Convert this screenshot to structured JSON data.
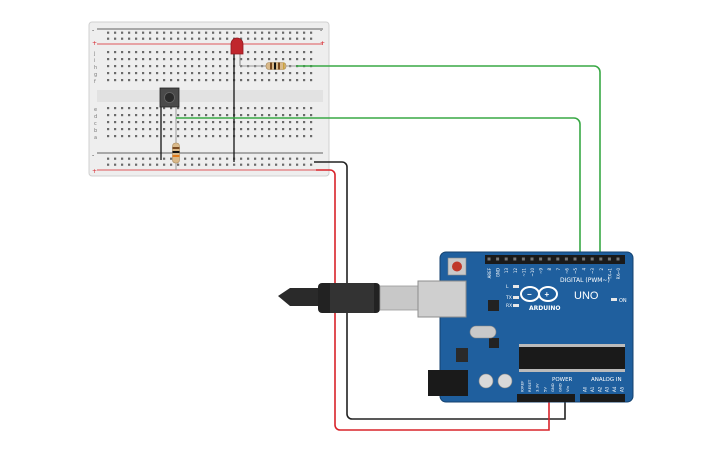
{
  "breadboard": {
    "rail_minus": "-",
    "rail_plus": "+",
    "row_letters_top": [
      "j",
      "i",
      "h",
      "g",
      "f"
    ],
    "row_letters_bottom": [
      "e",
      "d",
      "c",
      "b",
      "a"
    ]
  },
  "arduino": {
    "brand": "ARDUINO",
    "model": "UNO",
    "digital_label": "DIGITAL (PWM~)",
    "power_label": "POWER",
    "analog_label": "ANALOG IN",
    "on_label": "ON",
    "led_labels": [
      "L",
      "TX",
      "RX"
    ],
    "digital_pins": [
      "AREF",
      "GND",
      "13",
      "12",
      "~11",
      "~10",
      "~9",
      "8",
      "7",
      "~6",
      "~5",
      "4",
      "~3",
      "2",
      "TX→1",
      "RX←0"
    ],
    "power_pins": [
      "IOREF",
      "RESET",
      "3.3V",
      "5V",
      "GND",
      "GND",
      "Vin"
    ],
    "analog_pins": [
      "A0",
      "A1",
      "A2",
      "A3",
      "A4",
      "A5"
    ]
  },
  "colors": {
    "board_blue": "#1f5f9e",
    "wire_green": "#39a845",
    "wire_red": "#d8232a",
    "wire_black": "#222222",
    "led_red": "#c0262d",
    "breadboard": "#eeeeee"
  }
}
